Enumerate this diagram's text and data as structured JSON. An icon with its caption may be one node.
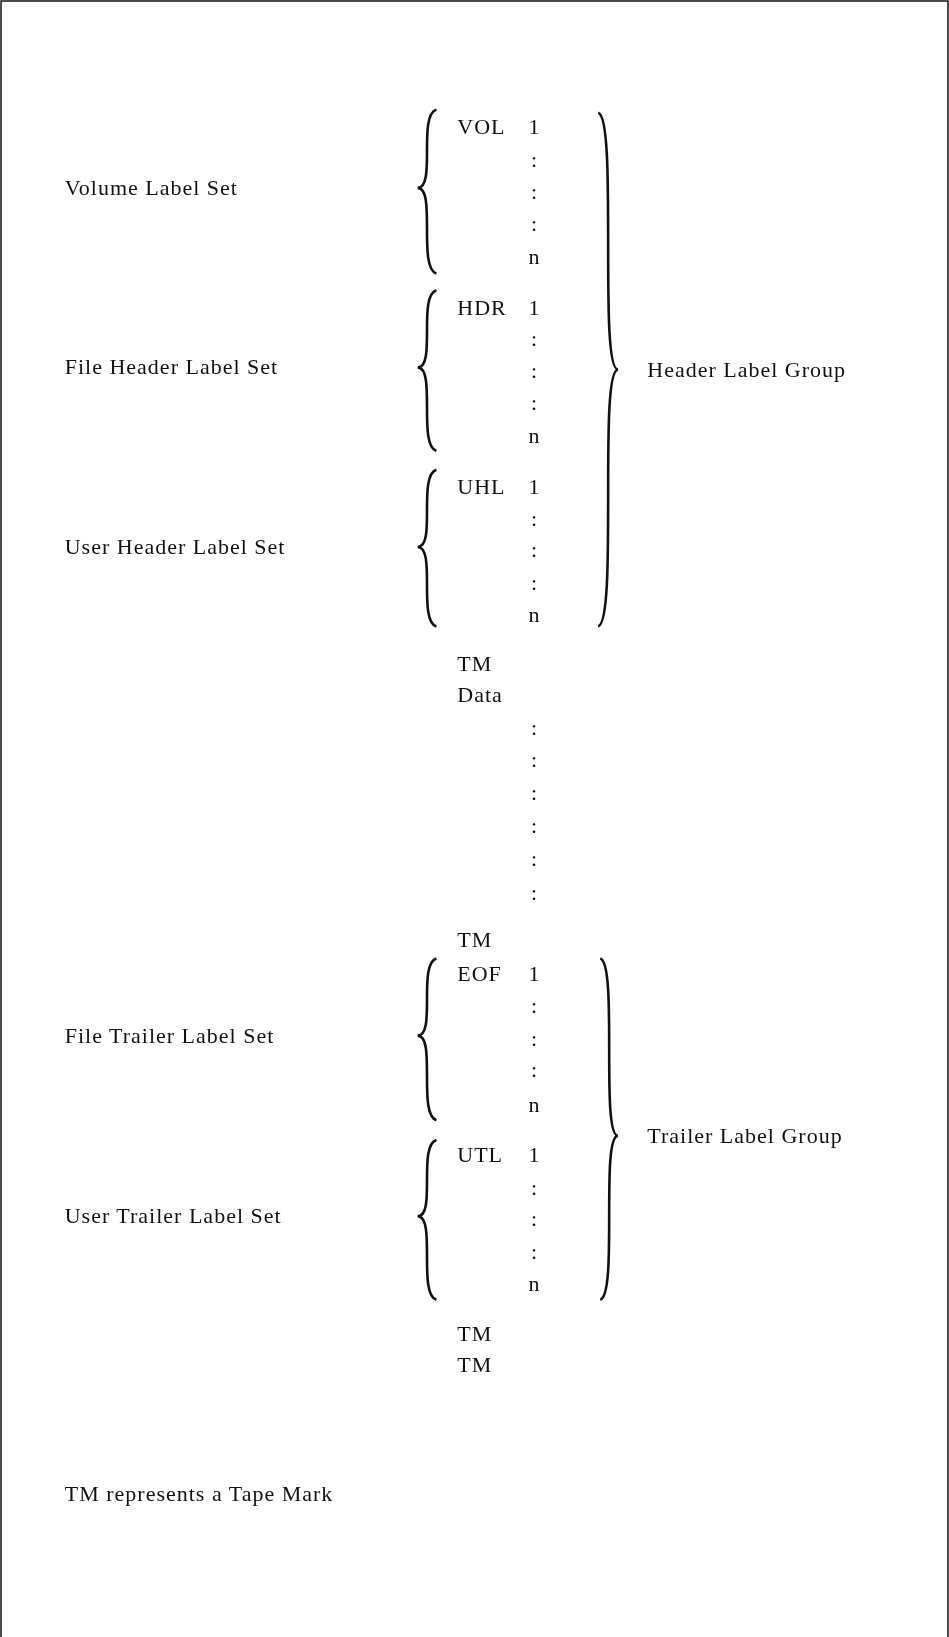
{
  "diagram": {
    "labels": [
      "VOL",
      "1",
      ":",
      "Volume Label Set",
      ":",
      ":",
      "n",
      "HDR",
      "1",
      ":",
      "File Header Label Set",
      ":",
      "Header Label Group",
      ":",
      "n",
      "UHL",
      "1",
      ":",
      "User Header Label Set",
      ":",
      ":",
      "n",
      "TM",
      "Data",
      ":",
      ":",
      ":",
      ":",
      ":",
      ":",
      "TM",
      "EOF",
      "1",
      ":",
      "File Trailer Label Set",
      ":",
      ":",
      "n",
      "Trailer Label Group",
      "UTL",
      "1",
      ":",
      "User Trailer Label Set",
      ":",
      ":",
      "n",
      "TM",
      "TM",
      "TM represents a Tape Mark"
    ]
  }
}
